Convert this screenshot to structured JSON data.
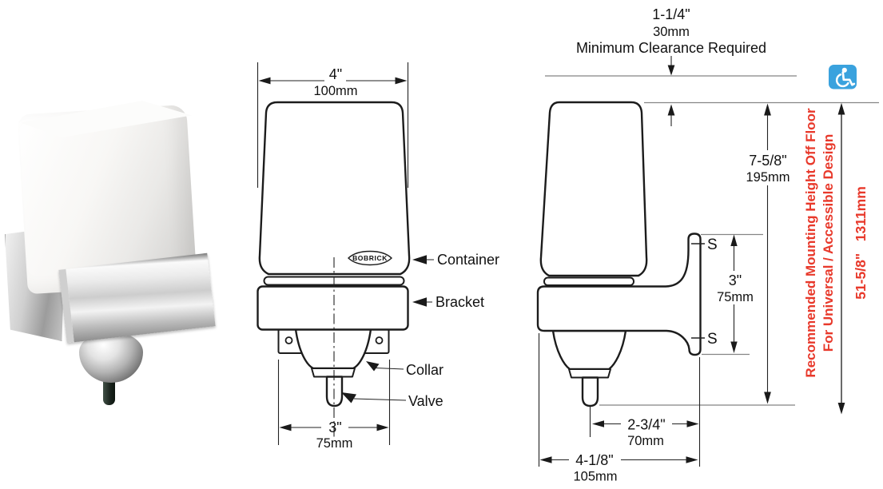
{
  "clearance": {
    "dim_in": "1-1/4\"",
    "dim_mm": "30mm",
    "note": "Minimum Clearance Required"
  },
  "front_view": {
    "width_in": "4\"",
    "width_mm": "100mm",
    "logo": "BOBRICK",
    "label_container": "Container",
    "label_bracket": "Bracket",
    "label_collar": "Collar",
    "label_valve": "Valve",
    "valve_width_in": "3\"",
    "valve_width_mm": "75mm"
  },
  "side_view": {
    "height_in": "7-5/8\"",
    "height_mm": "195mm",
    "screw_top": "S",
    "screw_bottom": "S",
    "screw_span_in": "3\"",
    "screw_span_mm": "75mm",
    "valve_offset_in": "2-3/4\"",
    "valve_offset_mm": "70mm",
    "depth_in": "4-1/8\"",
    "depth_mm": "105mm"
  },
  "mounting": {
    "note_line1": "Recommended Mounting Height Off Floor",
    "note_line2": "For Universal / Accessible Design",
    "height_value": "51-5/8\"   1311mm"
  },
  "icons": {
    "accessibility": "wheelchair-icon"
  },
  "colors": {
    "accent_red": "#e8392b",
    "icon_blue": "#3aa2de",
    "line_black": "#1c1c1c",
    "line_gray": "#858585"
  }
}
